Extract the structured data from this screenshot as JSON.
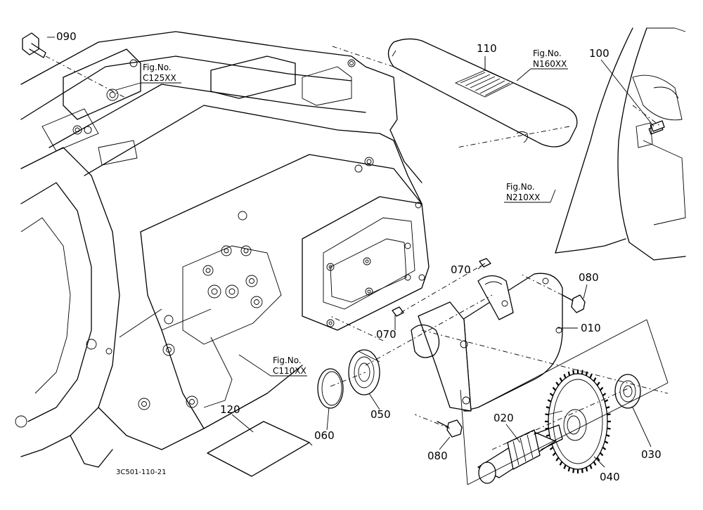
{
  "diagram": {
    "code": "3C501-110-21",
    "fig_refs": {
      "c125": {
        "line1": "Fig.No.",
        "line2": "C125XX"
      },
      "n160": {
        "line1": "Fig.No.",
        "line2": "N160XX"
      },
      "n210": {
        "line1": "Fig.No.",
        "line2": "N210XX"
      },
      "c110": {
        "line1": "Fig.No.",
        "line2": "C110XX"
      }
    },
    "parts": {
      "p010": "010",
      "p020": "020",
      "p030": "030",
      "p040": "040",
      "p050": "050",
      "p060": "060",
      "p070a": "070",
      "p070b": "070",
      "p080a": "080",
      "p080b": "080",
      "p090": "090",
      "p100": "100",
      "p110": "110",
      "p120": "120"
    }
  }
}
